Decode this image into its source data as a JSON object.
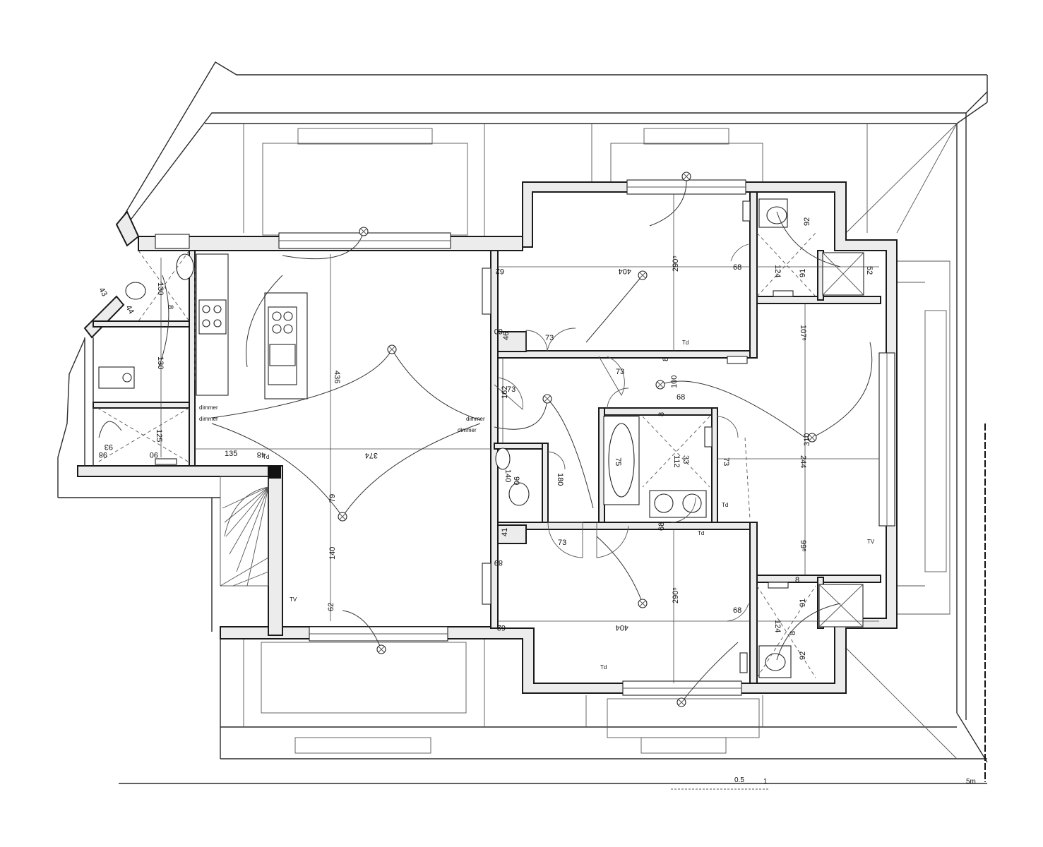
{
  "dimensions": {
    "living_height": "436",
    "living_width": "374",
    "living_lower": "140",
    "living_79": "79",
    "living_62": "62",
    "entry_135": "135",
    "entry_48": "48",
    "kitchen_130a": "130",
    "kitchen_130b": "130",
    "kitchen_8": "8",
    "hall_125": "125",
    "hall_93": "93",
    "hall_98": "98",
    "hall_90": "90",
    "angle_43": "43",
    "angle_44": "44",
    "upper_bed_width": "404",
    "upper_bed_height": "290⁵",
    "upper_bed_62": "62",
    "upper_60": "60",
    "upper_46": "46",
    "upper_73": "73",
    "upper_68": "68",
    "upper_124": "124",
    "upper_91": "91",
    "upper_92": "92",
    "upper_52": "52",
    "corr_162": "162",
    "corr_73": "73",
    "corr_73b": "73",
    "wc_140": "140",
    "wc_90": "90",
    "wc_180": "180",
    "wc_41": "41",
    "bath_100": "100",
    "bath_68": "68",
    "bath_75": "75",
    "bath_112": "112",
    "bath_33": "33",
    "bath_73": "73",
    "bath_8": "8",
    "mid_8": "8",
    "right_107": "107⁵",
    "right_310": "310",
    "right_244": "244",
    "right_99": "99⁵",
    "lower_bed_width": "404",
    "lower_bed_height": "290⁵",
    "lower_bed_62": "62",
    "lower_68": "68",
    "lower_89": "89",
    "lower_73": "73",
    "lower_124": "124",
    "lower_91": "91",
    "lower_92": "92",
    "lower_8a": "8",
    "lower_8b": "8",
    "lower_68b": "68"
  },
  "labels": {
    "dimmer_1": "dimmer",
    "dimmer_2": "dimmer",
    "dimmer_3": "dimmer",
    "dimmer_4": "dimmer",
    "tv_1": "TV",
    "tv_2": "TV",
    "td_1": "Td",
    "td_2": "Td",
    "td_3": "Td",
    "td_4": "Td",
    "td_5": "Td"
  },
  "scale": {
    "mark_05": "0.5",
    "mark_1": "1",
    "mark_5m": "5m"
  }
}
